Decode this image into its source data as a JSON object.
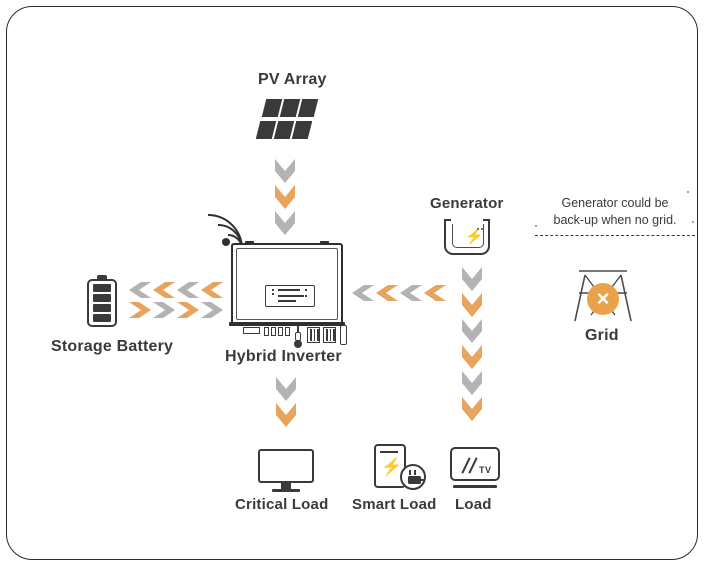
{
  "diagram": {
    "title": "Hybrid Inverter Energy Flow Diagram",
    "colors": {
      "arrow_gray": "#b3b3b3",
      "arrow_orange": "#e8a45c",
      "grid_disabled": "#eaa24a",
      "outline": "#3a3a3a",
      "label_text": "#3a3a3a"
    }
  },
  "nodes": {
    "pv_array": {
      "label": "PV Array",
      "icon": "solar-panel-icon",
      "rows": 2,
      "columns": 3
    },
    "hybrid_inverter": {
      "label": "Hybrid Inverter",
      "icon": "inverter-icon",
      "has_wifi": true
    },
    "storage_battery": {
      "label": "Storage Battery",
      "icon": "battery-icon",
      "cells": 4
    },
    "generator": {
      "label": "Generator",
      "icon": "generator-icon"
    },
    "grid": {
      "label": "Grid",
      "icon": "power-pylon-icon",
      "status": "disabled",
      "status_marker": "×"
    },
    "critical_load": {
      "label": "Critical Load",
      "icon": "monitor-icon"
    },
    "smart_load": {
      "label": "Smart Load",
      "icon": "smart-plug-icon"
    },
    "load": {
      "label": "Load",
      "icon": "tv-icon",
      "screen_text": "TV"
    }
  },
  "callout": {
    "line1": "Generator could be",
    "line2": "back-up when no grid."
  },
  "flows": [
    {
      "name": "pv-to-inverter",
      "from": "pv_array",
      "to": "hybrid_inverter",
      "direction": "down",
      "chevrons": [
        "gray",
        "orange",
        "gray"
      ]
    },
    {
      "name": "battery-to-inverter",
      "from": "storage_battery",
      "to": "hybrid_inverter",
      "direction": "right",
      "chevrons": [
        "orange",
        "gray",
        "orange",
        "gray"
      ]
    },
    {
      "name": "inverter-to-battery",
      "from": "hybrid_inverter",
      "to": "storage_battery",
      "direction": "left",
      "chevrons": [
        "gray",
        "orange",
        "gray",
        "orange"
      ]
    },
    {
      "name": "generator-to-inverter",
      "from": "generator",
      "to": "hybrid_inverter",
      "direction": "left",
      "chevrons": [
        "gray",
        "orange",
        "gray",
        "orange"
      ]
    },
    {
      "name": "generator-down",
      "from": "generator",
      "to": "load",
      "direction": "down",
      "chevrons": [
        "gray",
        "orange",
        "gray",
        "orange",
        "gray",
        "orange"
      ]
    },
    {
      "name": "inverter-to-critical-load",
      "from": "hybrid_inverter",
      "to": "critical_load",
      "direction": "down",
      "chevrons": [
        "gray",
        "orange"
      ]
    }
  ]
}
